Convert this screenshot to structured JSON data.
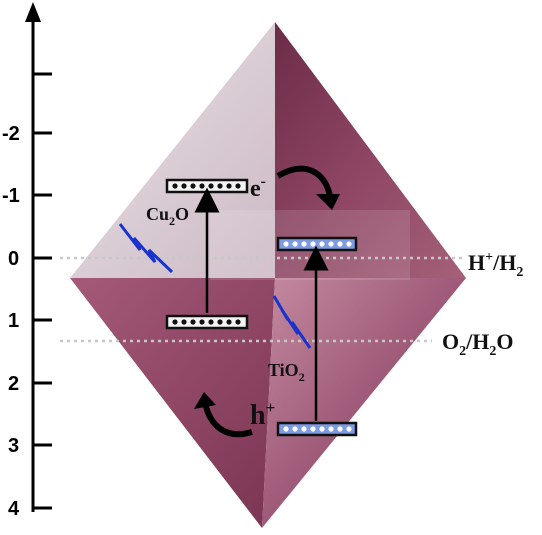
{
  "axis": {
    "tick_labels": [
      "-2",
      "-1",
      "0",
      "1",
      "2",
      "3",
      "4"
    ]
  },
  "levels": {
    "h_h2": {
      "label_main": "H",
      "label_sup": "+",
      "label_rest": "/H",
      "label_sub": "2"
    },
    "o2_h2o": {
      "label_main": "O",
      "label_sub1": "2",
      "label_rest": "/H",
      "label_sub2": "2",
      "label_end": "O"
    }
  },
  "semiconductors": {
    "cu2o": {
      "name_main": "Cu",
      "name_sub": "2",
      "name_end": "O"
    },
    "tio2": {
      "name_main": "TiO",
      "name_sub": "2"
    }
  },
  "carriers": {
    "electron": {
      "symbol": "e",
      "sup": "-"
    },
    "hole": {
      "symbol": "h",
      "sup": "+"
    }
  },
  "colors": {
    "crystal_dark": "#8a3a5a",
    "crystal_light": "#d9cdd6",
    "band_white": "#ffffff",
    "band_blue": "#6f8fd8",
    "lightning": "#1a33cc",
    "dotted_line": "#bbbbbb"
  }
}
